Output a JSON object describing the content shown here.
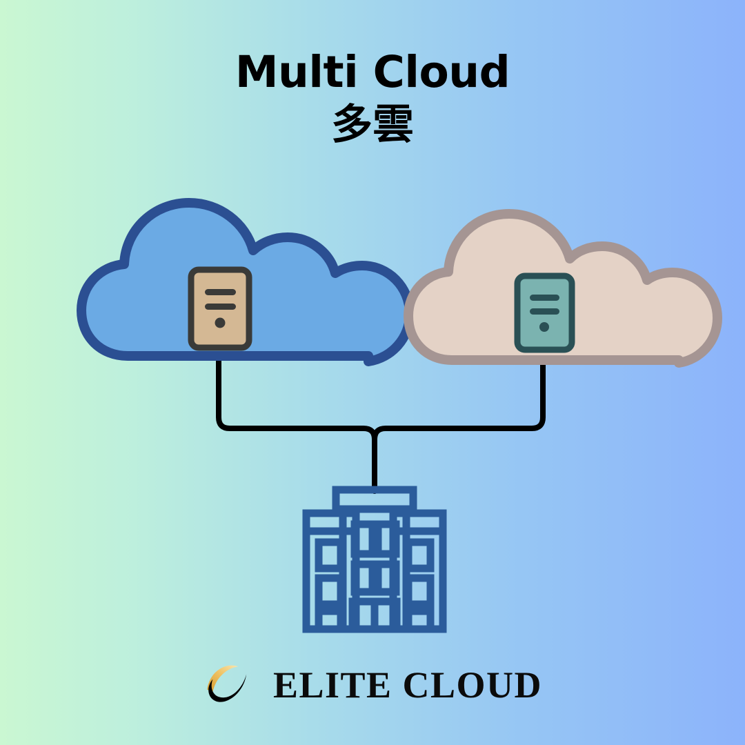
{
  "poster": {
    "background": {
      "type": "linear-gradient-horizontal",
      "from": "#CAF7D2",
      "to": "#8CB3FB"
    },
    "title": {
      "main": "Multi Cloud",
      "subtitle": "多雲"
    },
    "diagram": {
      "type": "multi-cloud-topology",
      "description": "Two cloud nodes connected down to a single on-premises office building",
      "connector_color": "#000000",
      "connector_width": 8,
      "nodes": [
        {
          "id": "cloud-left",
          "kind": "cloud",
          "label": "",
          "fill": "#6BAAE4",
          "stroke": "#2B4F92",
          "stroke_width": 14,
          "server": {
            "fill": "#D4B894",
            "stroke": "#3A3A38",
            "detail_color": "#3A3A38",
            "bars": 2,
            "has_power_dot": true
          }
        },
        {
          "id": "cloud-right",
          "kind": "cloud",
          "label": "",
          "fill": "#E4D2C6",
          "stroke": "#A59593",
          "stroke_width": 14,
          "server": {
            "fill": "#7BB3B0",
            "stroke": "#2A5055",
            "detail_color": "#2A5055",
            "bars": 2,
            "has_power_dot": true
          }
        },
        {
          "id": "building-center",
          "kind": "office-building",
          "label": "",
          "stroke": "#2B5C9B",
          "stroke_width": 11,
          "fill": "none",
          "floors": 3,
          "wings": 2
        }
      ]
    },
    "footer": {
      "logo_mark_name": "elite-cloud-swoosh",
      "logo_mark_colors": {
        "crescent": "#000000",
        "arc": "#E8B44F",
        "arc_highlight": "#F6E2A8"
      },
      "wordmark": "ELITE CLOUD"
    }
  }
}
